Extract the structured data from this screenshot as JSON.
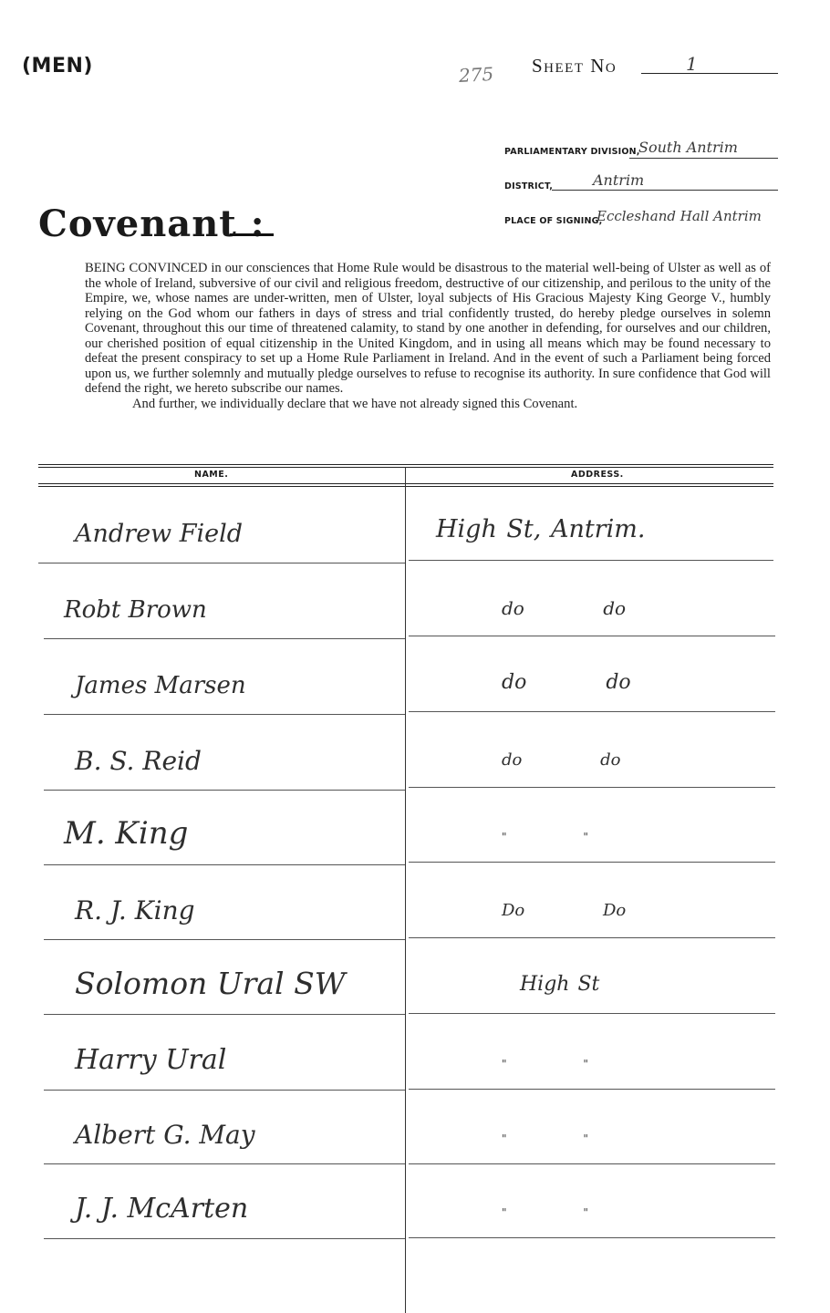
{
  "form": {
    "category": "(MEN)",
    "pencil_number": "275",
    "sheet_label": "Sheet No",
    "sheet_number": "1"
  },
  "meta": {
    "division_label": "PARLIAMENTARY DIVISION,",
    "division_value": "South Antrim",
    "district_label": "DISTRICT,",
    "district_value": "Antrim",
    "place_label": "PLACE OF SIGNING,",
    "place_value": "Eccleshand Hall Antrim"
  },
  "title": "Covenant :",
  "covenant_text": "BEING CONVINCED in our consciences that Home Rule would be disastrous to the material well-being of Ulster as well as of the whole of Ireland, subversive of our civil and religious freedom, destructive of our citizenship, and perilous to the unity of the Empire, we, whose names are under-written, men of Ulster, loyal subjects of His Gracious Majesty King George V., humbly relying on the God whom our fathers in days of stress and trial confidently trusted, do hereby pledge ourselves in solemn Covenant, throughout this our time of threatened calamity, to stand by one another in defending, for ourselves and our children, our cherished position of equal citizenship in the United Kingdom, and in using all means which may be found necessary to defeat the present conspiracy to set up a Home Rule Parliament in Ireland. And in the event of such a Parliament being forced upon us, we further solemnly and mutually pledge ourselves to refuse to recognise its authority. In sure confidence that God will defend the right, we hereto subscribe our names.",
  "covenant_text_2": "And further, we individually declare that we have not already signed this Covenant.",
  "table": {
    "col_name": "NAME.",
    "col_address": "ADDRESS.",
    "rows": [
      {
        "name": "Andrew Field",
        "address": "High St, Antrim."
      },
      {
        "name": "Robt Brown",
        "address": "do   do"
      },
      {
        "name": "James Marsen",
        "address": "do   do"
      },
      {
        "name": "B. S. Reid",
        "address": "do   do"
      },
      {
        "name": "M. King",
        "address": "\"   \""
      },
      {
        "name": "R. J. King",
        "address": "Do   Do"
      },
      {
        "name": "Solomon Ural  SW",
        "address": "High St"
      },
      {
        "name": "Harry Ural",
        "address": "\"   \""
      },
      {
        "name": "Albert G. May",
        "address": "\"   \""
      },
      {
        "name": "J. J. McArten",
        "address": "\"   \""
      }
    ]
  }
}
